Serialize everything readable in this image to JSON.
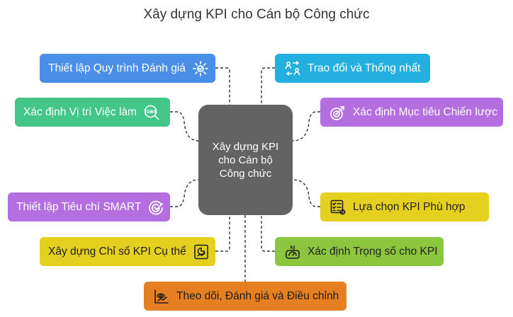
{
  "title": "Xây dựng KPI cho Cán bộ Công chức",
  "center": {
    "label": "Xây dựng KPI cho Cán bộ Công chức"
  },
  "nodes": {
    "evaluation_process": {
      "label": "Thiết lập Quy trình Đánh giá",
      "color": "#4a8fe7",
      "icon": "gear-check-icon"
    },
    "job_position": {
      "label": "Xác định Vị trí Việc làm",
      "color": "#44c68b",
      "icon": "jobs-search-icon"
    },
    "smart_criteria": {
      "label": "Thiết lập Tiêu chí SMART",
      "color": "#b56ee0",
      "icon": "target-check-icon"
    },
    "specific_kpi": {
      "label": "Xây dựng Chỉ số KPI Cụ thể",
      "color": "#e5cf1f",
      "icon": "chart-report-icon"
    },
    "monitoring": {
      "label": "Theo dõi, Đánh giá và Điều chỉnh",
      "color": "#e67e22",
      "icon": "eye-chart-icon"
    },
    "discussion": {
      "label": "Trao đổi và Thống nhất",
      "color": "#23b0e0",
      "icon": "people-exchange-icon"
    },
    "strategic_goals": {
      "label": "Xác định Mục tiêu Chiến lược",
      "color": "#b56ee0",
      "icon": "target-arrow-icon"
    },
    "kpi_selection": {
      "label": "Lựa chọn KPI Phù hợp",
      "color": "#e5cf1f",
      "icon": "checklist-icon"
    },
    "kpi_weights": {
      "label": "Xác định Trọng số cho KPI",
      "color": "#8cc63f",
      "icon": "scale-icon"
    }
  }
}
